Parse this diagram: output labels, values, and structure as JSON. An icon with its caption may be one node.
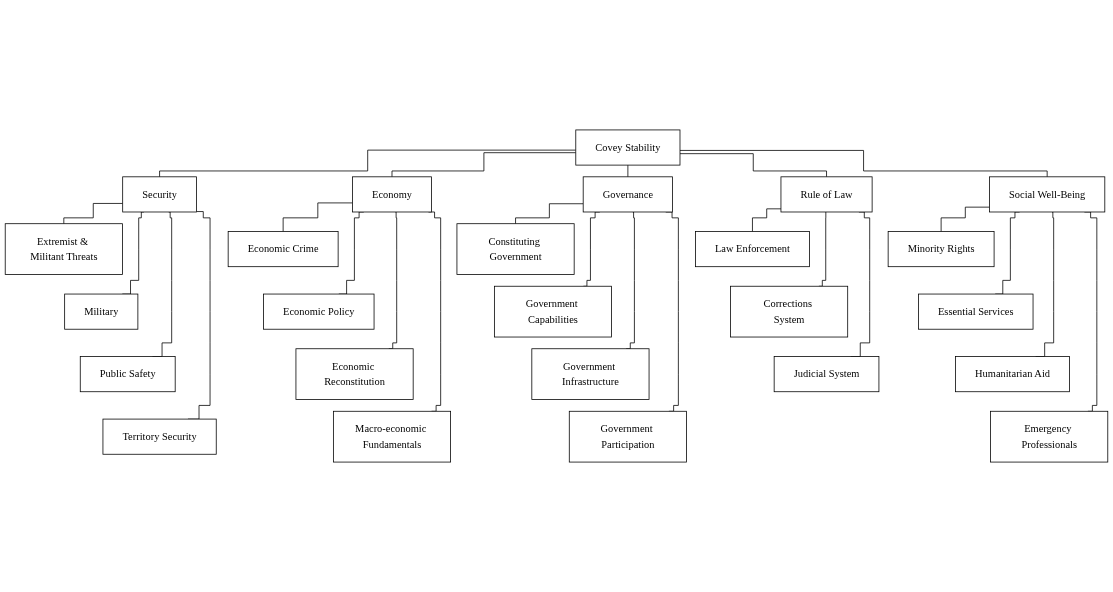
{
  "diagram": {
    "nodes": [
      {
        "text": [
          "Covey Stability"
        ]
      },
      {
        "text": [
          "Security"
        ]
      },
      {
        "text": [
          "Economy"
        ]
      },
      {
        "text": [
          "Governance"
        ]
      },
      {
        "text": [
          "Rule of Law"
        ]
      },
      {
        "text": [
          "Social Well-Being"
        ]
      },
      {
        "text": [
          "Extremist & Militant Threats"
        ]
      },
      {
        "text": [
          "Military"
        ]
      },
      {
        "text": [
          "Public Safety"
        ]
      },
      {
        "text": [
          "Territory Security"
        ]
      },
      {
        "text": [
          "Economic Crime"
        ]
      },
      {
        "text": [
          "Economic Policy"
        ]
      },
      {
        "text": [
          "Economic Reconstitution"
        ]
      },
      {
        "text": [
          "Macro-economic Fundamentals"
        ]
      },
      {
        "text": [
          "Constituting Government"
        ]
      },
      {
        "text": [
          "Government Capabilities"
        ]
      },
      {
        "text": [
          "Government Infrastructure"
        ]
      },
      {
        "text": [
          "Government Participation"
        ]
      },
      {
        "text": [
          "Law Enforcement"
        ]
      },
      {
        "text": [
          "Corrections System"
        ]
      },
      {
        "text": [
          "Judicial System"
        ]
      },
      {
        "text": [
          "Minority Rights"
        ]
      },
      {
        "text": [
          "Essential Services"
        ]
      },
      {
        "text": [
          "Humanitarian Aid"
        ]
      },
      {
        "text": [
          "Emergency Professionals"
        ]
      }
    ],
    "edges": [
      {
        "from": 0,
        "to": 1,
        "arrow": "none"
      },
      {
        "from": 0,
        "to": 2,
        "arrow": "none"
      },
      {
        "from": 0,
        "to": 3,
        "arrow": "none"
      },
      {
        "from": 0,
        "to": 4,
        "arrow": "none"
      },
      {
        "from": 0,
        "to": 5,
        "arrow": "none"
      },
      {
        "from": 1,
        "to": 6,
        "arrow": "none"
      },
      {
        "from": 1,
        "to": 7,
        "arrow": "none"
      },
      {
        "from": 1,
        "to": 8,
        "arrow": "none"
      },
      {
        "from": 1,
        "to": 9,
        "arrow": "none"
      },
      {
        "from": 2,
        "to": 10,
        "arrow": "none"
      },
      {
        "from": 2,
        "to": 11,
        "arrow": "none"
      },
      {
        "from": 2,
        "to": 12,
        "arrow": "none"
      },
      {
        "from": 2,
        "to": 13,
        "arrow": "none"
      },
      {
        "from": 3,
        "to": 14,
        "arrow": "none"
      },
      {
        "from": 3,
        "to": 15,
        "arrow": "none"
      },
      {
        "from": 3,
        "to": 16,
        "arrow": "none"
      },
      {
        "from": 3,
        "to": 17,
        "arrow": "none"
      },
      {
        "from": 4,
        "to": 18,
        "arrow": "none"
      },
      {
        "from": 4,
        "to": 19,
        "arrow": "none"
      },
      {
        "from": 4,
        "to": 20,
        "arrow": "none"
      },
      {
        "from": 5,
        "to": 21,
        "arrow": "none"
      },
      {
        "from": 5,
        "to": 22,
        "arrow": "none"
      },
      {
        "from": 5,
        "to": 23,
        "arrow": "none"
      },
      {
        "from": 5,
        "to": 24,
        "arrow": "none"
      }
    ]
  }
}
